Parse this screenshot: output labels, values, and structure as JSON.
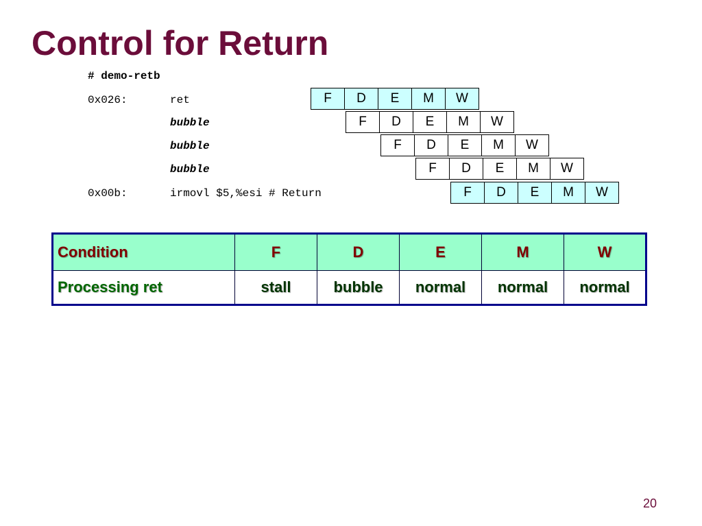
{
  "slide": {
    "title": "Control for Return",
    "page_number": "20"
  },
  "code": {
    "comment": "# demo-retb",
    "lines": [
      {
        "addr": "0x026:",
        "instr": "ret"
      },
      {
        "addr": "",
        "instr": "bubble"
      },
      {
        "addr": "",
        "instr": "bubble"
      },
      {
        "addr": "",
        "instr": "bubble"
      },
      {
        "addr": "0x00b:",
        "instr": "irmovl $5,%esi # Return"
      }
    ]
  },
  "pipeline": {
    "stages": [
      "F",
      "D",
      "E",
      "M",
      "W"
    ],
    "shaded_color": "#ccffff"
  },
  "control_table": {
    "header": [
      "Condition",
      "F",
      "D",
      "E",
      "M",
      "W"
    ],
    "rows": [
      [
        "Processing ret",
        "stall",
        "bubble",
        "normal",
        "normal",
        "normal"
      ]
    ],
    "header_color": "#99ffcc",
    "border_color": "#00008b"
  }
}
